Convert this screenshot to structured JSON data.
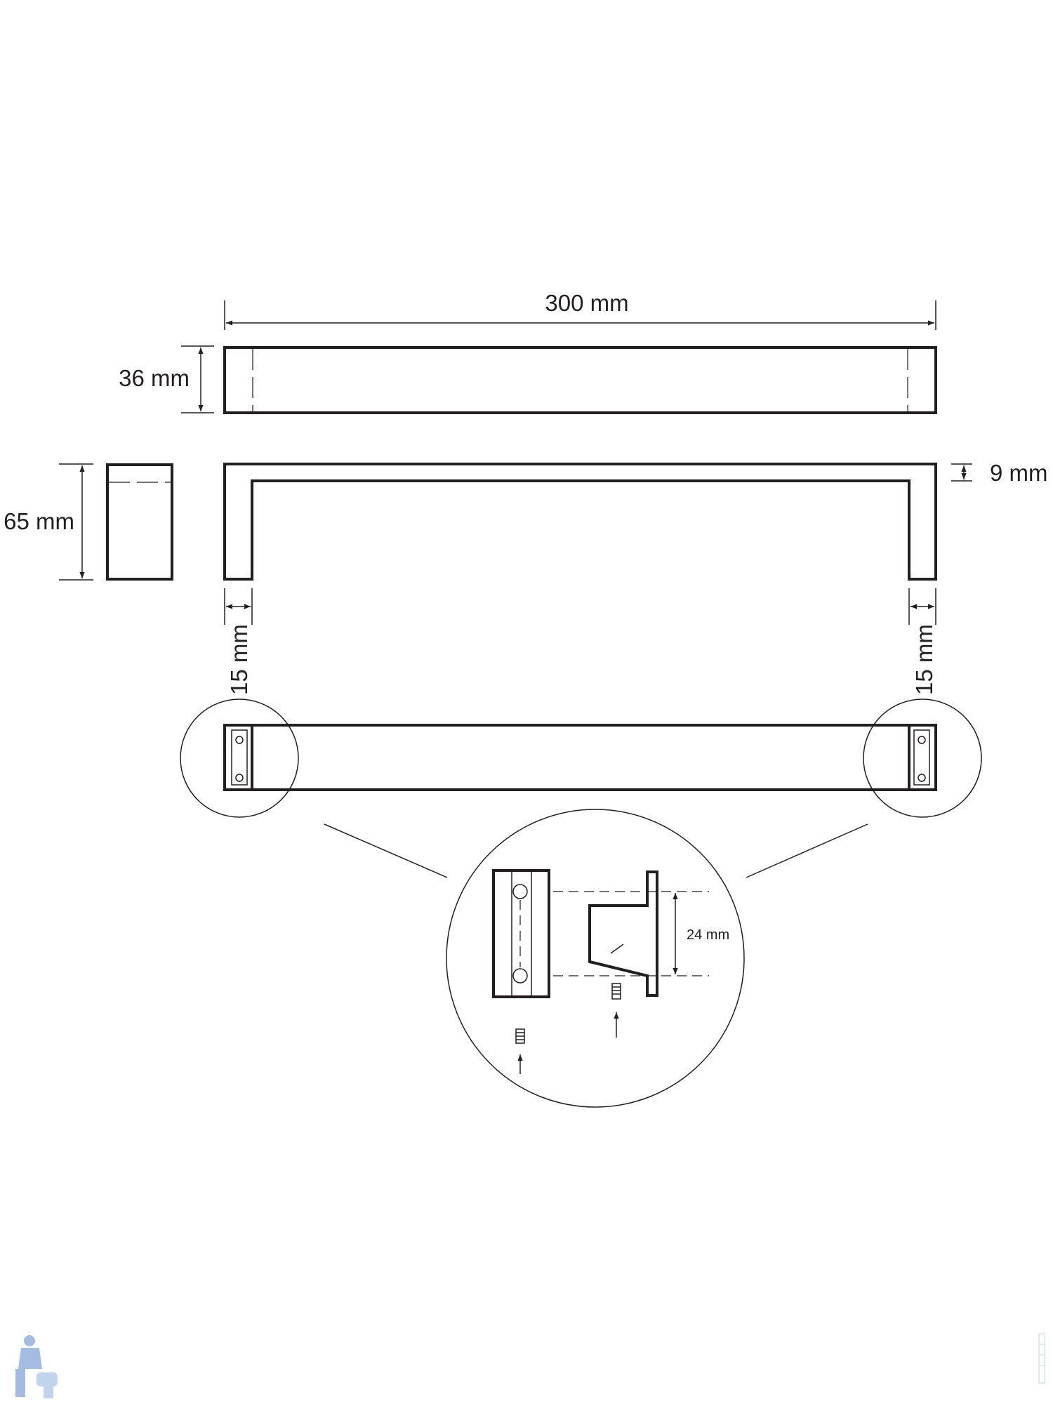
{
  "dimensions": {
    "length": "300 mm",
    "depth": "36 mm",
    "height": "65 mm",
    "thickness": "9 mm",
    "leg_left": "15 mm",
    "leg_right": "15 mm",
    "hole_spacing": "24 mm"
  },
  "colors": {
    "line": "#231f20",
    "watermark": "#5b87c8"
  },
  "icons": {
    "logo": "plumber-logo-icon"
  }
}
